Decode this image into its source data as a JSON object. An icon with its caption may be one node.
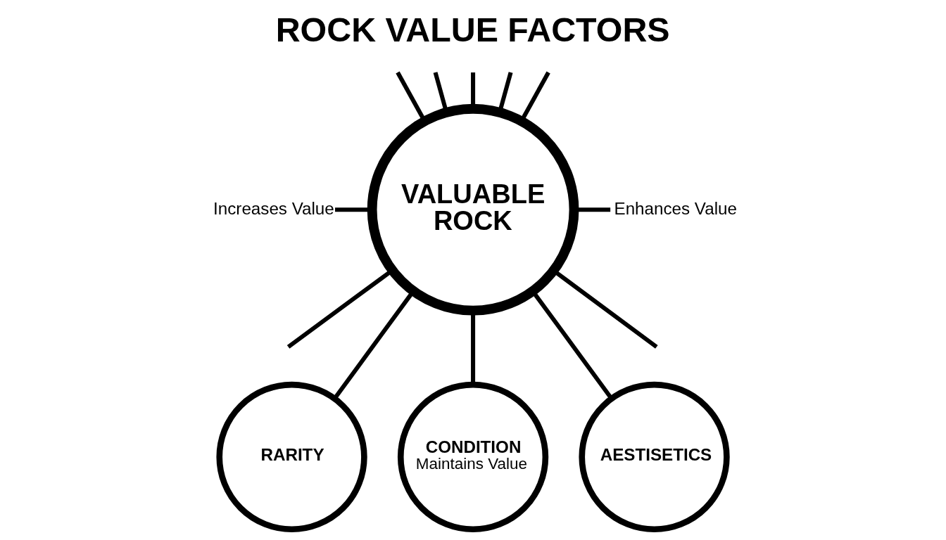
{
  "diagram": {
    "title": "ROCK VALUE FACTORS",
    "nodes": [
      {
        "text": [
          "VALUABLE ROCK"
        ]
      },
      {
        "text": [
          "Increases Value"
        ]
      },
      {
        "text": [
          "Enhances Value"
        ]
      },
      {
        "text": [
          "RARITY"
        ]
      },
      {
        "text": [
          "CONDITION",
          "Maintains Value"
        ]
      },
      {
        "text": [
          "AESTISETICS"
        ]
      }
    ],
    "edges": [
      {
        "from": null,
        "to": 0,
        "arrow": "none"
      },
      {
        "from": null,
        "to": 0,
        "arrow": "none"
      },
      {
        "from": null,
        "to": 0,
        "arrow": "none"
      },
      {
        "from": null,
        "to": 0,
        "arrow": "none"
      },
      {
        "from": null,
        "to": 0,
        "arrow": "none"
      },
      {
        "from": 1,
        "to": 0,
        "arrow": "none"
      },
      {
        "from": 0,
        "to": 2,
        "arrow": "none"
      },
      {
        "from": 0,
        "to": null,
        "arrow": "none"
      },
      {
        "from": 0,
        "to": 3,
        "arrow": "none"
      },
      {
        "from": 0,
        "to": 4,
        "arrow": "none"
      },
      {
        "from": 0,
        "to": 5,
        "arrow": "none"
      },
      {
        "from": 0,
        "to": null,
        "arrow": "none"
      }
    ]
  }
}
